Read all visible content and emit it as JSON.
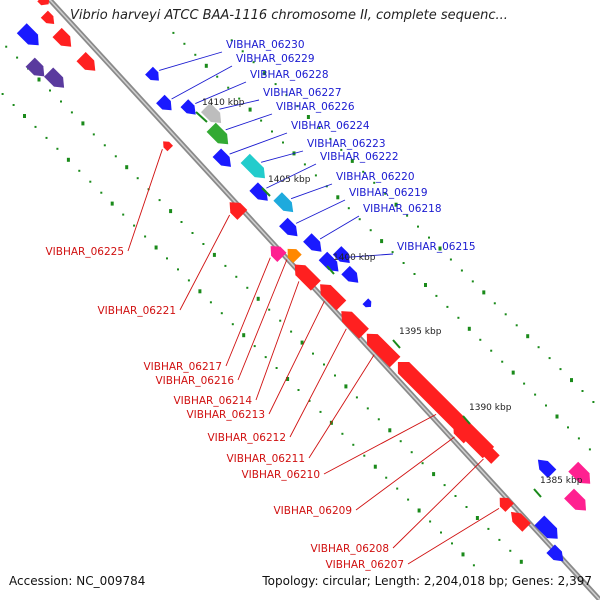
{
  "title": "Vibrio harveyi ATCC BAA-1116 chromosome II, complete sequenc...",
  "footer": {
    "accession": "Accession: NC_009784",
    "topology": "Topology: circular; Length: 2,204,018 bp; Genes: 2,397"
  },
  "colors": {
    "forward_label": "#1a1ad0",
    "reverse_label": "#d01010",
    "axis": "#8a8a8a",
    "tick": "#1a8a1a"
  },
  "kbp_ticks": [
    "1410 kbp",
    "1405 kbp",
    "1400 kbp",
    "1395 kbp",
    "1390 kbp",
    "1385 kbp"
  ],
  "forward_genes": [
    {
      "label": "VIBHAR_06230",
      "color": "#1a1aff"
    },
    {
      "label": "VIBHAR_06229",
      "color": "#1a1aff"
    },
    {
      "label": "VIBHAR_06228",
      "color": "#1a1aff"
    },
    {
      "label": "VIBHAR_06227",
      "color": "#bdbdbd"
    },
    {
      "label": "VIBHAR_06226",
      "color": "#33aa33"
    },
    {
      "label": "VIBHAR_06224",
      "color": "#1a1aff"
    },
    {
      "label": "VIBHAR_06223",
      "color": "#22cccc"
    },
    {
      "label": "VIBHAR_06222",
      "color": "#1a1aff"
    },
    {
      "label": "VIBHAR_06220",
      "color": "#1eaadd"
    },
    {
      "label": "VIBHAR_06219",
      "color": "#1a1aff"
    },
    {
      "label": "VIBHAR_06218",
      "color": "#1a1aff"
    },
    {
      "label": "VIBHAR_06215",
      "color": "#1a1aff"
    }
  ],
  "reverse_genes": [
    {
      "label": "VIBHAR_06225",
      "color": "#ff2020"
    },
    {
      "label": "VIBHAR_06221",
      "color": "#ff2020"
    },
    {
      "label": "VIBHAR_06217",
      "color": "#ff2020"
    },
    {
      "label": "VIBHAR_06216",
      "color": "#ff8800"
    },
    {
      "label": "VIBHAR_06214",
      "color": "#ff2020"
    },
    {
      "label": "VIBHAR_06213",
      "color": "#ff2020"
    },
    {
      "label": "VIBHAR_06212",
      "color": "#ff2020"
    },
    {
      "label": "VIBHAR_06211",
      "color": "#ff2020"
    },
    {
      "label": "VIBHAR_06210",
      "color": "#ff2020"
    },
    {
      "label": "VIBHAR_06209",
      "color": "#ff2020"
    },
    {
      "label": "VIBHAR_06208",
      "color": "#ff2020"
    },
    {
      "label": "VIBHAR_06207",
      "color": "#ff2020"
    }
  ]
}
